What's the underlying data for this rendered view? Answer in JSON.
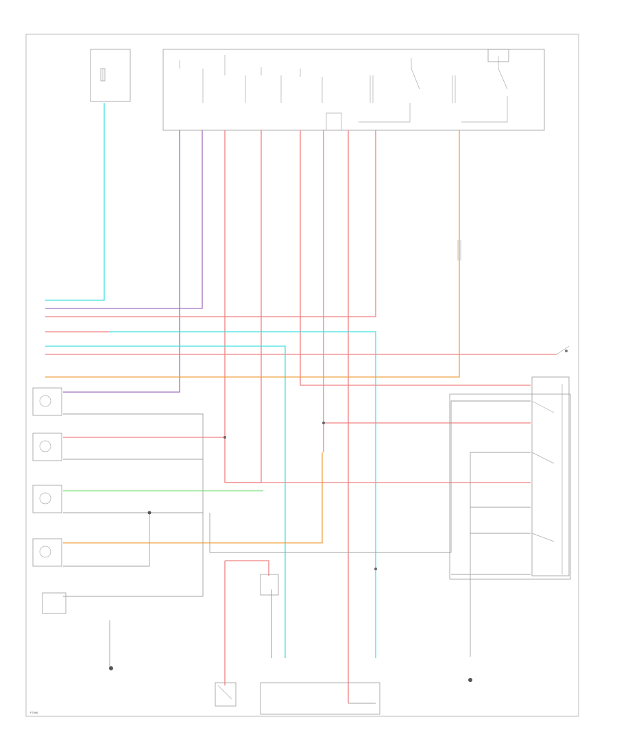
{
  "diagram_id": "F7066",
  "colors": {
    "red": "#f08080",
    "purple": "#a070c0",
    "cyan": "#40e0e0",
    "orange": "#f0a040",
    "green": "#80e080",
    "gray": "#a0a0a0",
    "outline": "#999999"
  },
  "module_sections": [
    {
      "id": "sec-1"
    },
    {
      "id": "sec-2"
    },
    {
      "id": "sec-3"
    },
    {
      "id": "sec-4"
    }
  ],
  "components": [
    {
      "id": "ignition-fuse-panel"
    },
    {
      "id": "main-module"
    },
    {
      "id": "fuse-top-right"
    },
    {
      "id": "resistor-right"
    },
    {
      "id": "left-headlight-low"
    },
    {
      "id": "right-headlight-low"
    },
    {
      "id": "left-headlight-high"
    },
    {
      "id": "right-headlight-high"
    },
    {
      "id": "headlight-switch"
    },
    {
      "id": "dimmer-switch"
    },
    {
      "id": "fog-lamp-relay"
    },
    {
      "id": "instrument-cluster"
    },
    {
      "id": "transmission-range-sensor"
    },
    {
      "id": "ground-left"
    },
    {
      "id": "ground-right"
    },
    {
      "id": "splice-center"
    }
  ]
}
